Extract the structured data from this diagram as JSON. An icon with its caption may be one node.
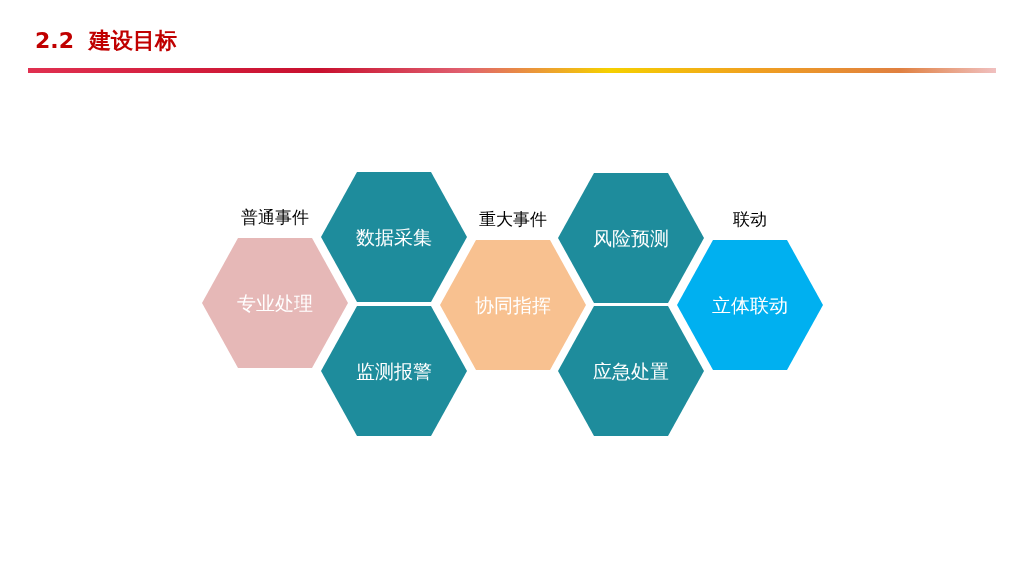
{
  "diagram": {
    "title": "2.2  建设目标",
    "nodes": [
      {
        "text": [
          "专业处理"
        ],
        "beside": [
          "普通事件"
        ]
      },
      {
        "text": [
          "数据采集"
        ]
      },
      {
        "text": [
          "监测报警"
        ]
      },
      {
        "text": [
          "协同指挥"
        ],
        "beside": [
          "重大事件"
        ]
      },
      {
        "text": [
          "风险预测"
        ]
      },
      {
        "text": [
          "应急处置"
        ]
      },
      {
        "text": [
          "立体联动"
        ],
        "beside": [
          "联动"
        ]
      }
    ]
  }
}
